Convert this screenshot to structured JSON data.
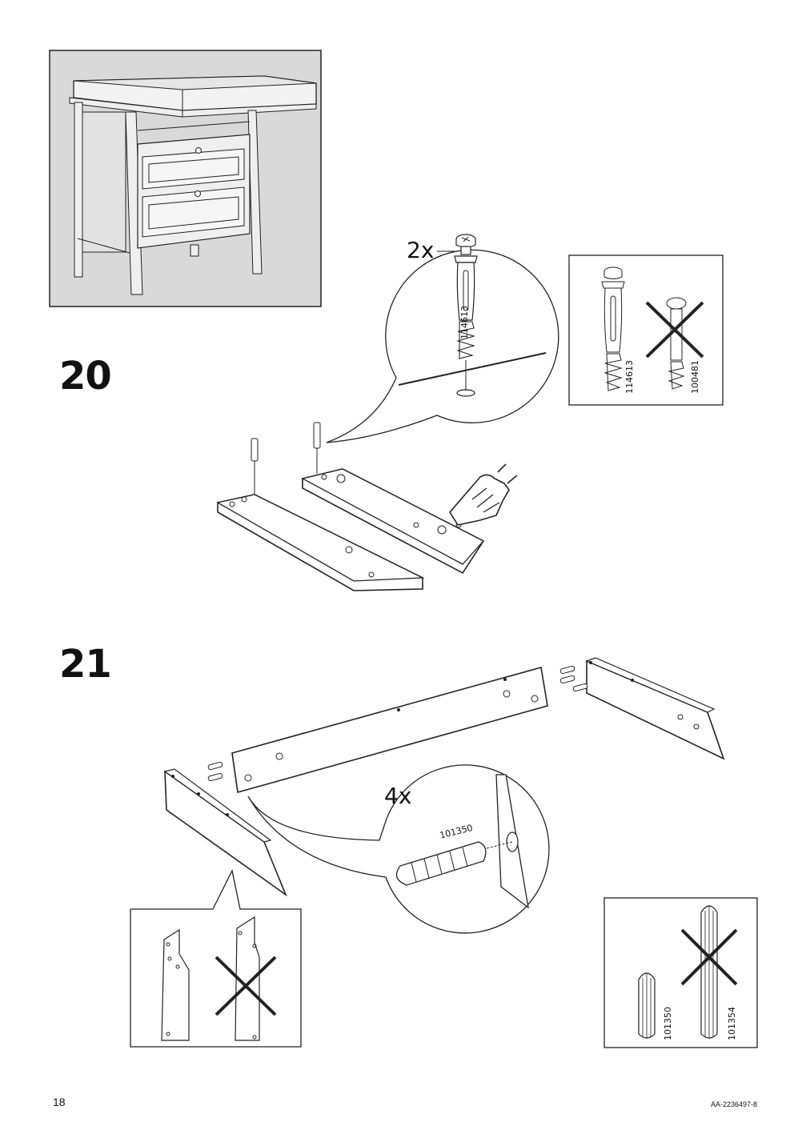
{
  "page": {
    "page_number": "18",
    "doc_code": "AA-2236497-8"
  },
  "step20": {
    "number": "20",
    "quantity": "2x",
    "part_in_circle": "114613",
    "compare_box": {
      "correct_part": "114613",
      "wrong_part": "100481"
    }
  },
  "step21": {
    "number": "21",
    "quantity": "4x",
    "part_in_circle": "101350",
    "compare_box": {
      "correct_part": "101350",
      "wrong_part": "101354"
    }
  },
  "icons": [
    "changing-table-overview",
    "cam-bolt-icon",
    "dowel-icon",
    "hand-press-icon",
    "cross-out-icon"
  ]
}
